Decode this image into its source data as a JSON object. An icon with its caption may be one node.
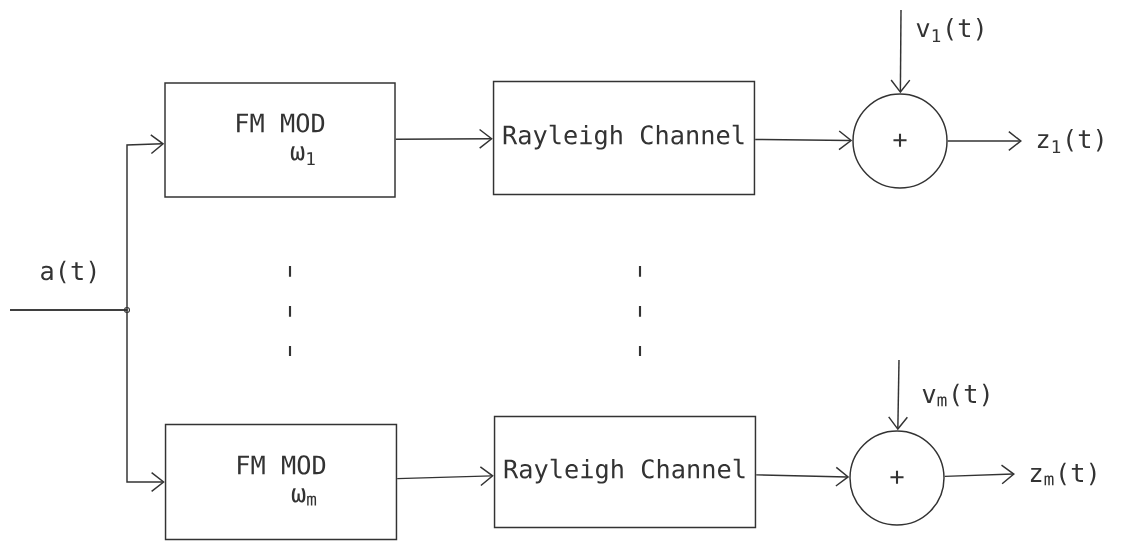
{
  "diagram": {
    "nodes": [
      {
        "text": [
          "FM MOD",
          "ω$_{1}$"
        ]
      },
      {
        "text": [
          "Rayleigh Channel"
        ]
      },
      {
        "text": [
          "+"
        ]
      },
      {
        "text": [
          "FM MOD",
          "ω$_{m}$"
        ]
      },
      {
        "text": [
          "Rayleigh Channel"
        ]
      },
      {
        "text": [
          "+"
        ]
      }
    ],
    "edges": [
      {
        "from": null,
        "to": 0,
        "arrow": "to",
        "label": "a(t)"
      },
      {
        "from": null,
        "to": 3,
        "arrow": "to"
      },
      {
        "from": 0,
        "to": 1,
        "arrow": "to"
      },
      {
        "from": 1,
        "to": 2,
        "arrow": "to"
      },
      {
        "from": null,
        "to": 2,
        "arrow": "to",
        "label": "v$_{1}$(t)"
      },
      {
        "from": 2,
        "to": null,
        "arrow": "to",
        "label": "z$_{1}$(t)"
      },
      {
        "from": 3,
        "to": 4,
        "arrow": "to"
      },
      {
        "from": 4,
        "to": 5,
        "arrow": "to"
      },
      {
        "from": null,
        "to": 5,
        "arrow": "to",
        "label": "v$_{m}$(t)"
      },
      {
        "from": 5,
        "to": null,
        "arrow": "to",
        "label": "z$_{m}$(t)"
      }
    ]
  }
}
